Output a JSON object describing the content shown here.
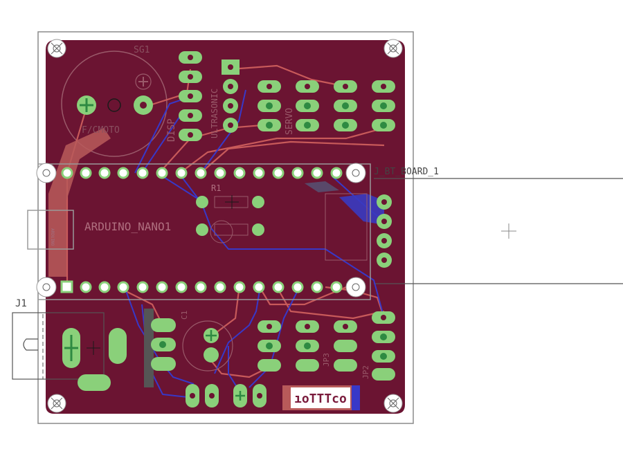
{
  "labels": {
    "sg1": "SG1",
    "fcmoto": "F/CMOTO",
    "r1": "R1",
    "arduino": "ARDUINO_NANO1",
    "btboard": "J_BT_BOARD_1",
    "j1": "J1",
    "c1": "C1",
    "jp3": "JP3",
    "jp2": "JP2",
    "silk_a": "DISP",
    "silk_b": "ULTRASONIC",
    "silk_c": "SERVO",
    "logo": "ıoTTTco"
  },
  "colors": {
    "board": "#6b1432",
    "outline": "#8a8a8a",
    "silk": "#d8a0ac",
    "pad": "#8ad07a",
    "top_trace": "#c85a5a",
    "bottom_trace": "#3838c8",
    "via": "#2e8a42",
    "logo_bg": "#ffffff",
    "logo_text": "#7a1b3c"
  }
}
